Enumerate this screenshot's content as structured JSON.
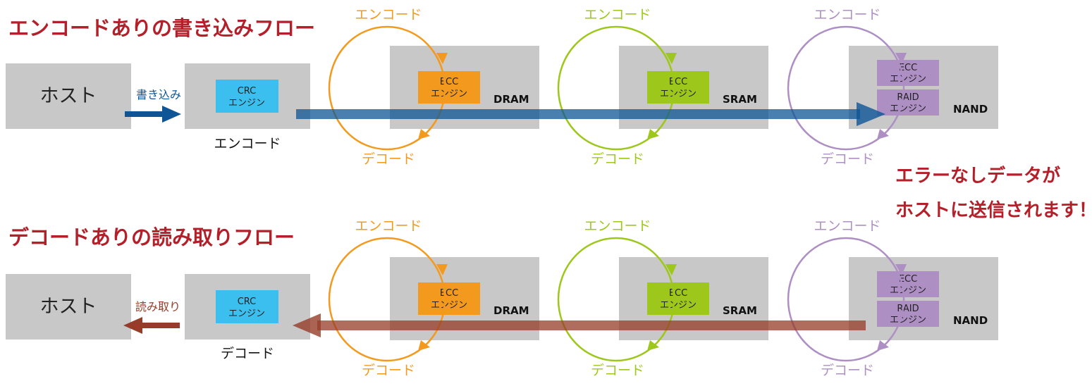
{
  "write_flow": {
    "title": "エンコードありの書き込みフロー",
    "host": "ホスト",
    "arrow_label": "書き込み",
    "crc_line1": "CRC",
    "crc_line2": "エンジン",
    "crc_caption": "エンコード"
  },
  "read_flow": {
    "title": "デコードありの読み取りフロー",
    "host": "ホスト",
    "arrow_label": "読み取り",
    "crc_line1": "CRC",
    "crc_line2": "エンジン",
    "crc_caption": "デコード"
  },
  "stages": [
    {
      "memory": "DRAM",
      "engines": [
        {
          "l1": "ECC",
          "l2": "エンジン"
        }
      ],
      "encode": "エンコード",
      "decode": "デコード",
      "color": "#f39a1e"
    },
    {
      "memory": "SRAM",
      "engines": [
        {
          "l1": "ECC",
          "l2": "エンジン"
        }
      ],
      "encode": "エンコード",
      "decode": "デコード",
      "color": "#9dc81b"
    },
    {
      "memory": "NAND",
      "engines": [
        {
          "l1": "ECC",
          "l2": "エンジン"
        },
        {
          "l1": "RAID",
          "l2": "エンジン"
        }
      ],
      "encode": "エンコード",
      "decode": "デコード",
      "color": "#ae8fc4"
    }
  ],
  "callout": {
    "line1": "エラーなしデータが",
    "line2": "ホストに送信されます！"
  },
  "colors": {
    "title": "#b3202a",
    "write_arrow": "#0d5596",
    "read_arrow": "#963c28",
    "crc": "#3bbfef"
  }
}
